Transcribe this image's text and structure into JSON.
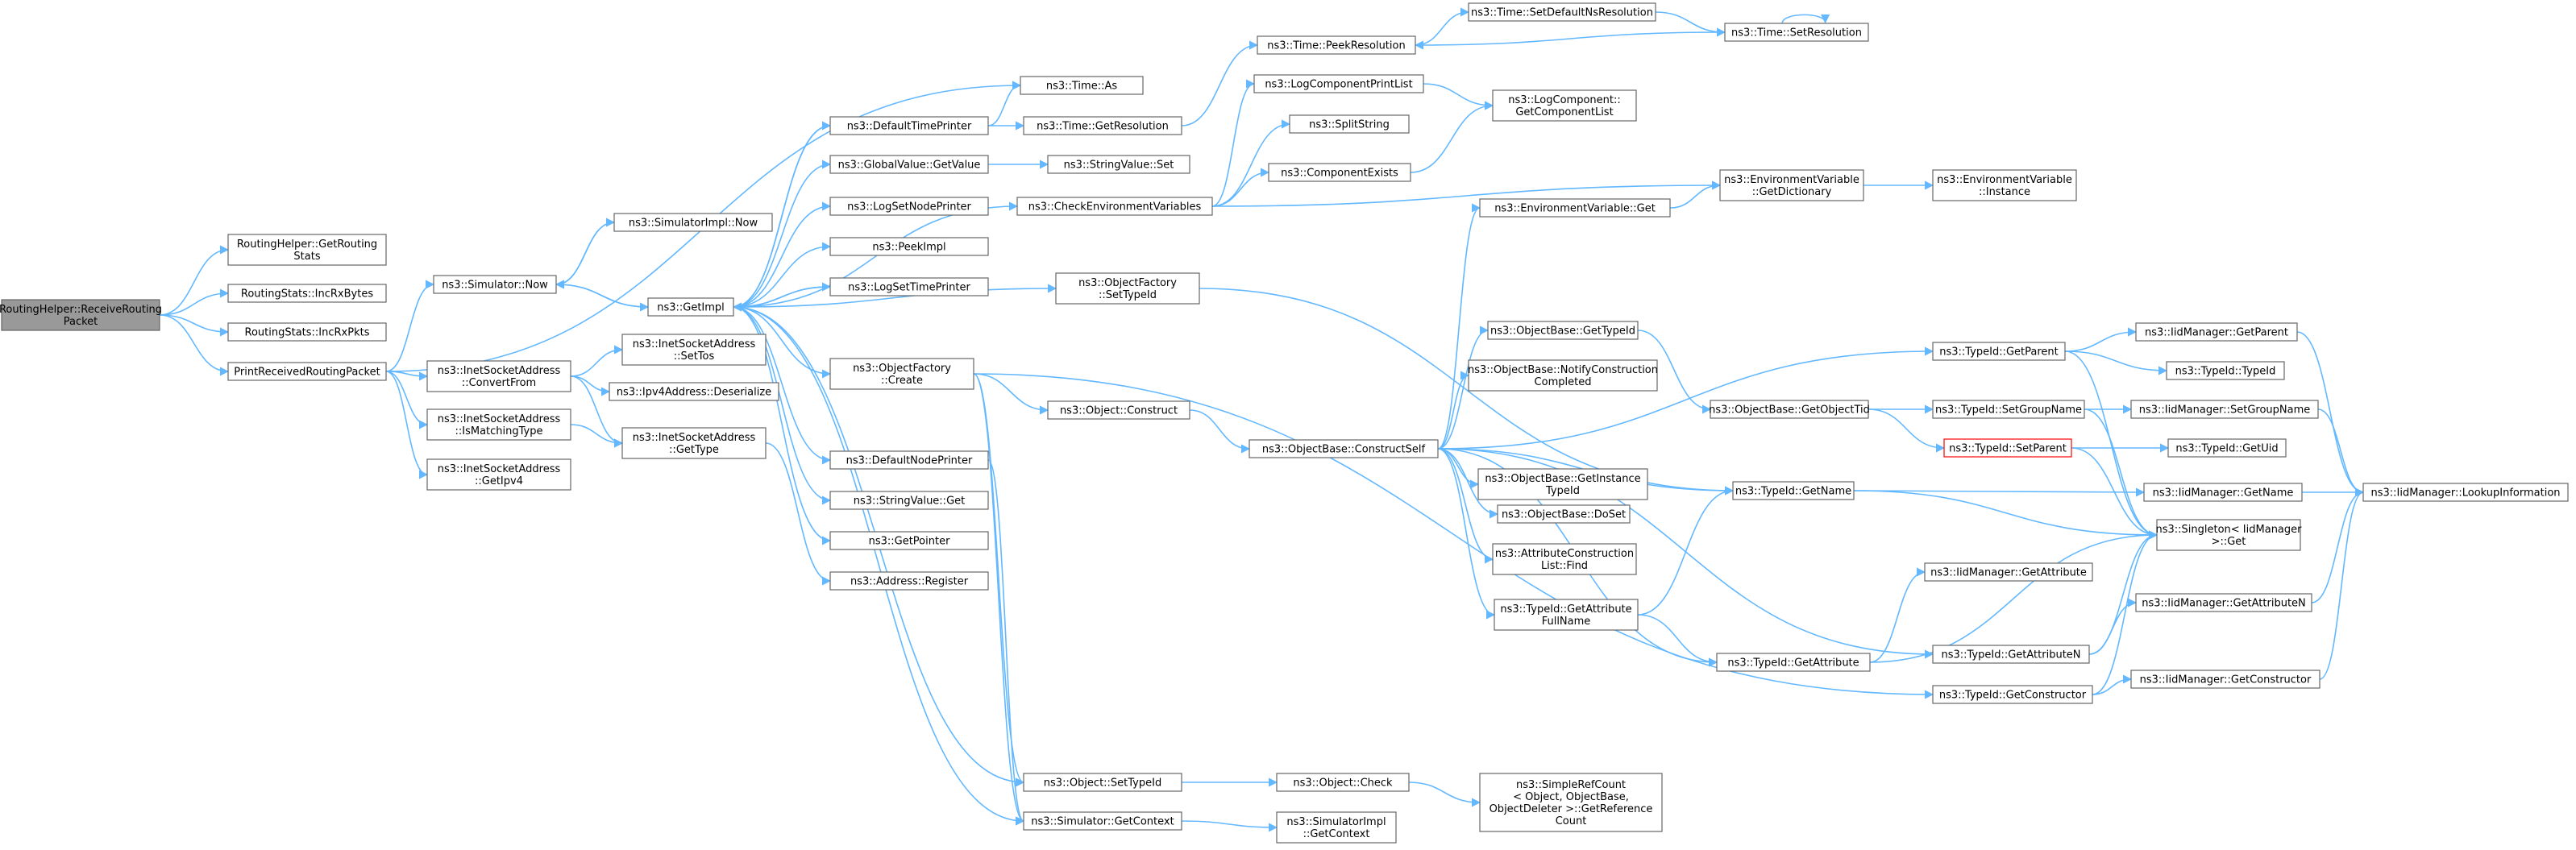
{
  "colors": {
    "edge": "#63b8ff",
    "node_border": "#666666",
    "root_fill": "#999999",
    "highlight_border": "#ff0000"
  },
  "nodes": [
    {
      "id": "rh_receive",
      "label": [
        "RoutingHelper::ReceiveRouting",
        "Packet"
      ]
    },
    {
      "id": "rh_getstats",
      "label": [
        "RoutingHelper::GetRouting",
        "Stats"
      ]
    },
    {
      "id": "rs_incbytes",
      "label": [
        "RoutingStats::IncRxBytes"
      ]
    },
    {
      "id": "rs_incpkts",
      "label": [
        "RoutingStats::IncRxPkts"
      ]
    },
    {
      "id": "print_recv",
      "label": [
        "PrintReceivedRoutingPacket"
      ]
    },
    {
      "id": "sim_now",
      "label": [
        "ns3::Simulator::Now"
      ]
    },
    {
      "id": "inet_convert",
      "label": [
        "ns3::InetSocketAddress",
        "::ConvertFrom"
      ]
    },
    {
      "id": "inet_ismatch",
      "label": [
        "ns3::InetSocketAddress",
        "::IsMatchingType"
      ]
    },
    {
      "id": "inet_getipv4",
      "label": [
        "ns3::InetSocketAddress",
        "::GetIpv4"
      ]
    },
    {
      "id": "simimpl_now",
      "label": [
        "ns3::SimulatorImpl::Now"
      ]
    },
    {
      "id": "inet_settos",
      "label": [
        "ns3::InetSocketAddress",
        "::SetTos"
      ]
    },
    {
      "id": "ipv4_deser",
      "label": [
        "ns3::Ipv4Address::Deserialize"
      ]
    },
    {
      "id": "inet_gettype",
      "label": [
        "ns3::InetSocketAddress",
        "::GetType"
      ]
    },
    {
      "id": "getimpl",
      "label": [
        "ns3::GetImpl"
      ]
    },
    {
      "id": "time_as",
      "label": [
        "ns3::Time::As"
      ]
    },
    {
      "id": "default_time",
      "label": [
        "ns3::DefaultTimePrinter"
      ]
    },
    {
      "id": "gv_getvalue",
      "label": [
        "ns3::GlobalValue::GetValue"
      ]
    },
    {
      "id": "log_setnode",
      "label": [
        "ns3::LogSetNodePrinter"
      ]
    },
    {
      "id": "peekimpl",
      "label": [
        "ns3::PeekImpl"
      ]
    },
    {
      "id": "log_settime",
      "label": [
        "ns3::LogSetTimePrinter"
      ]
    },
    {
      "id": "of_create",
      "label": [
        "ns3::ObjectFactory",
        "::Create"
      ]
    },
    {
      "id": "default_node",
      "label": [
        "ns3::DefaultNodePrinter"
      ]
    },
    {
      "id": "sv_get",
      "label": [
        "ns3::StringValue::Get"
      ]
    },
    {
      "id": "getpointer",
      "label": [
        "ns3::GetPointer"
      ]
    },
    {
      "id": "addr_register",
      "label": [
        "ns3::Address::Register"
      ]
    },
    {
      "id": "time_peekres",
      "label": [
        "ns3::Time::PeekResolution"
      ]
    },
    {
      "id": "time_getres",
      "label": [
        "ns3::Time::GetResolution"
      ]
    },
    {
      "id": "sv_set",
      "label": [
        "ns3::StringValue::Set"
      ]
    },
    {
      "id": "check_env",
      "label": [
        "ns3::CheckEnvironmentVariables"
      ]
    },
    {
      "id": "of_settypeid",
      "label": [
        "ns3::ObjectFactory",
        "::SetTypeId"
      ]
    },
    {
      "id": "obj_construct",
      "label": [
        "ns3::Object::Construct"
      ]
    },
    {
      "id": "obj_settypeid",
      "label": [
        "ns3::Object::SetTypeId"
      ]
    },
    {
      "id": "sim_getctx",
      "label": [
        "ns3::Simulator::GetContext"
      ]
    },
    {
      "id": "time_setdefault",
      "label": [
        "ns3::Time::SetDefaultNsResolution"
      ]
    },
    {
      "id": "time_setres",
      "label": [
        "ns3::Time::SetResolution"
      ]
    },
    {
      "id": "log_printlist",
      "label": [
        "ns3::LogComponentPrintList"
      ]
    },
    {
      "id": "splitstring",
      "label": [
        "ns3::SplitString"
      ]
    },
    {
      "id": "comp_exists",
      "label": [
        "ns3::ComponentExists"
      ]
    },
    {
      "id": "ob_constructself",
      "label": [
        "ns3::ObjectBase::ConstructSelf"
      ]
    },
    {
      "id": "obj_check",
      "label": [
        "ns3::Object::Check"
      ]
    },
    {
      "id": "simimpl_getctx",
      "label": [
        "ns3::SimulatorImpl",
        "::GetContext"
      ]
    },
    {
      "id": "log_getlist",
      "label": [
        "ns3::LogComponent::",
        "GetComponentList"
      ]
    },
    {
      "id": "env_get",
      "label": [
        "ns3::EnvironmentVariable::Get"
      ]
    },
    {
      "id": "ob_gettypeid",
      "label": [
        "ns3::ObjectBase::GetTypeId"
      ]
    },
    {
      "id": "ob_notify",
      "label": [
        "ns3::ObjectBase::NotifyConstruction",
        "Completed"
      ]
    },
    {
      "id": "ob_getinstance",
      "label": [
        "ns3::ObjectBase::GetInstance",
        "TypeId"
      ]
    },
    {
      "id": "ob_doset",
      "label": [
        "ns3::ObjectBase::DoSet"
      ]
    },
    {
      "id": "acl_find",
      "label": [
        "ns3::AttributeConstruction",
        "List::Find"
      ]
    },
    {
      "id": "tid_getattrfull",
      "label": [
        "ns3::TypeId::GetAttribute",
        "FullName"
      ]
    },
    {
      "id": "simple_refcount",
      "label": [
        "ns3::SimpleRefCount",
        "< Object, ObjectBase,",
        "ObjectDeleter >::GetReference",
        "Count"
      ]
    },
    {
      "id": "env_getdict",
      "label": [
        "ns3::EnvironmentVariable",
        "::GetDictionary"
      ]
    },
    {
      "id": "ob_getobjtid",
      "label": [
        "ns3::ObjectBase::GetObjectTid"
      ]
    },
    {
      "id": "tid_getname",
      "label": [
        "ns3::TypeId::GetName"
      ]
    },
    {
      "id": "tid_getattr",
      "label": [
        "ns3::TypeId::GetAttribute"
      ]
    },
    {
      "id": "env_instance",
      "label": [
        "ns3::EnvironmentVariable",
        "::Instance"
      ]
    },
    {
      "id": "tid_getparent",
      "label": [
        "ns3::TypeId::GetParent"
      ]
    },
    {
      "id": "tid_setgroup",
      "label": [
        "ns3::TypeId::SetGroupName"
      ]
    },
    {
      "id": "tid_setparent",
      "label": [
        "ns3::TypeId::SetParent"
      ]
    },
    {
      "id": "iid_getattr",
      "label": [
        "ns3::IidManager::GetAttribute"
      ]
    },
    {
      "id": "tid_getattrn",
      "label": [
        "ns3::TypeId::GetAttributeN"
      ]
    },
    {
      "id": "tid_getctor",
      "label": [
        "ns3::TypeId::GetConstructor"
      ]
    },
    {
      "id": "iid_getparent",
      "label": [
        "ns3::IidManager::GetParent"
      ]
    },
    {
      "id": "tid_typeid",
      "label": [
        "ns3::TypeId::TypeId"
      ]
    },
    {
      "id": "iid_setgroup",
      "label": [
        "ns3::IidManager::SetGroupName"
      ]
    },
    {
      "id": "tid_getuid",
      "label": [
        "ns3::TypeId::GetUid"
      ]
    },
    {
      "id": "iid_getname",
      "label": [
        "ns3::IidManager::GetName"
      ]
    },
    {
      "id": "singleton_get",
      "label": [
        "ns3::Singleton< IidManager",
        ">::Get"
      ]
    },
    {
      "id": "iid_getattrn",
      "label": [
        "ns3::IidManager::GetAttributeN"
      ]
    },
    {
      "id": "iid_getctor",
      "label": [
        "ns3::IidManager::GetConstructor"
      ]
    },
    {
      "id": "iid_lookup",
      "label": [
        "ns3::IidManager::LookupInformation"
      ]
    }
  ]
}
